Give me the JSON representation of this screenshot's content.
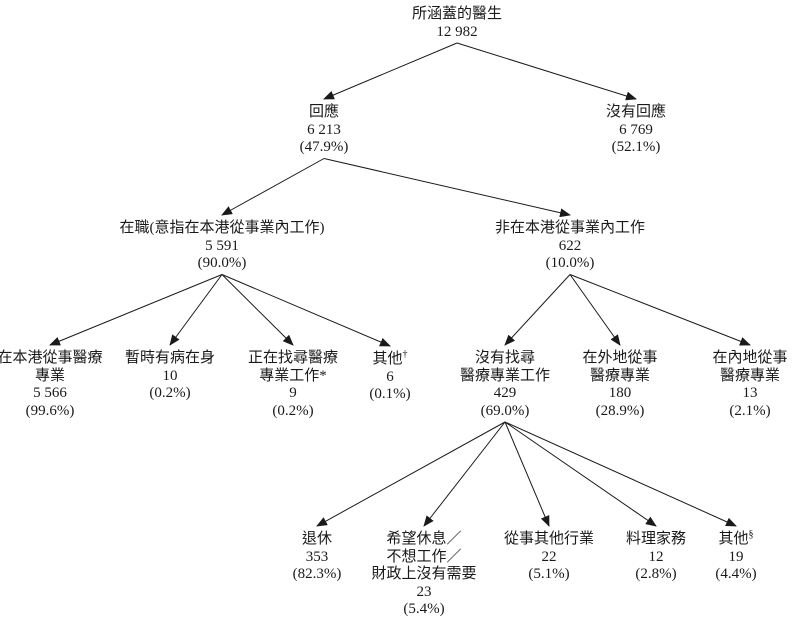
{
  "diagram": {
    "type": "flowchart-tree",
    "background": "#ffffff",
    "text_color": "#1a1a1a",
    "nodes": {
      "root": {
        "lines": [
          "所涵蓋的醫生",
          "12 982"
        ]
      },
      "response": {
        "lines": [
          "回應",
          "6 213",
          "(47.9%)"
        ]
      },
      "no_response": {
        "lines": [
          "沒有回應",
          "6 769",
          "(52.1%)"
        ]
      },
      "working": {
        "lines": [
          "在職(意指在本港從事業內工作)",
          "5 591",
          "(90.0%)"
        ]
      },
      "not_working": {
        "lines": [
          "非在本港從事業內工作",
          "622",
          "(10.0%)"
        ]
      },
      "hk_medical": {
        "lines": [
          "在本港從事醫療",
          "專業",
          "5 566",
          "(99.6%)"
        ]
      },
      "sick": {
        "lines": [
          "暫時有病在身",
          "10",
          "(0.2%)"
        ]
      },
      "seeking": {
        "lines": [
          "正在找尋醫療",
          "專業工作*",
          "9",
          "(0.2%)"
        ]
      },
      "others_working": {
        "label": "其他",
        "sup": "†",
        "lines": [
          "6",
          "(0.1%)"
        ]
      },
      "not_seeking": {
        "lines": [
          "沒有找尋",
          "醫療專業工作",
          "429",
          "(69.0%)"
        ]
      },
      "overseas": {
        "lines": [
          "在外地從事",
          "醫療專業",
          "180",
          "(28.9%)"
        ]
      },
      "mainland": {
        "lines": [
          "在內地從事",
          "醫療專業",
          "13",
          "(2.1%)"
        ]
      },
      "retired": {
        "lines": [
          "退休",
          "353",
          "(82.3%)"
        ]
      },
      "rest": {
        "lines": [
          "希望休息／",
          "不想工作／",
          "財政上沒有需要",
          "23",
          "(5.4%)"
        ]
      },
      "other_industry": {
        "lines": [
          "從事其他行業",
          "22",
          "(5.1%)"
        ]
      },
      "housework": {
        "lines": [
          "料理家務",
          "12",
          "(2.8%)"
        ]
      },
      "others_not_seeking": {
        "label": "其他",
        "sup": "§",
        "lines": [
          "19",
          "(4.4%)"
        ]
      }
    },
    "edges": [
      {
        "from": "root",
        "to": "response"
      },
      {
        "from": "root",
        "to": "no_response"
      },
      {
        "from": "response",
        "to": "working"
      },
      {
        "from": "response",
        "to": "not_working"
      },
      {
        "from": "working",
        "to": "hk_medical"
      },
      {
        "from": "working",
        "to": "sick"
      },
      {
        "from": "working",
        "to": "seeking"
      },
      {
        "from": "working",
        "to": "others_working"
      },
      {
        "from": "not_working",
        "to": "not_seeking"
      },
      {
        "from": "not_working",
        "to": "overseas"
      },
      {
        "from": "not_working",
        "to": "mainland"
      },
      {
        "from": "not_seeking",
        "to": "retired"
      },
      {
        "from": "not_seeking",
        "to": "rest"
      },
      {
        "from": "not_seeking",
        "to": "other_industry"
      },
      {
        "from": "not_seeking",
        "to": "housework"
      },
      {
        "from": "not_seeking",
        "to": "others_not_seeking"
      }
    ]
  }
}
